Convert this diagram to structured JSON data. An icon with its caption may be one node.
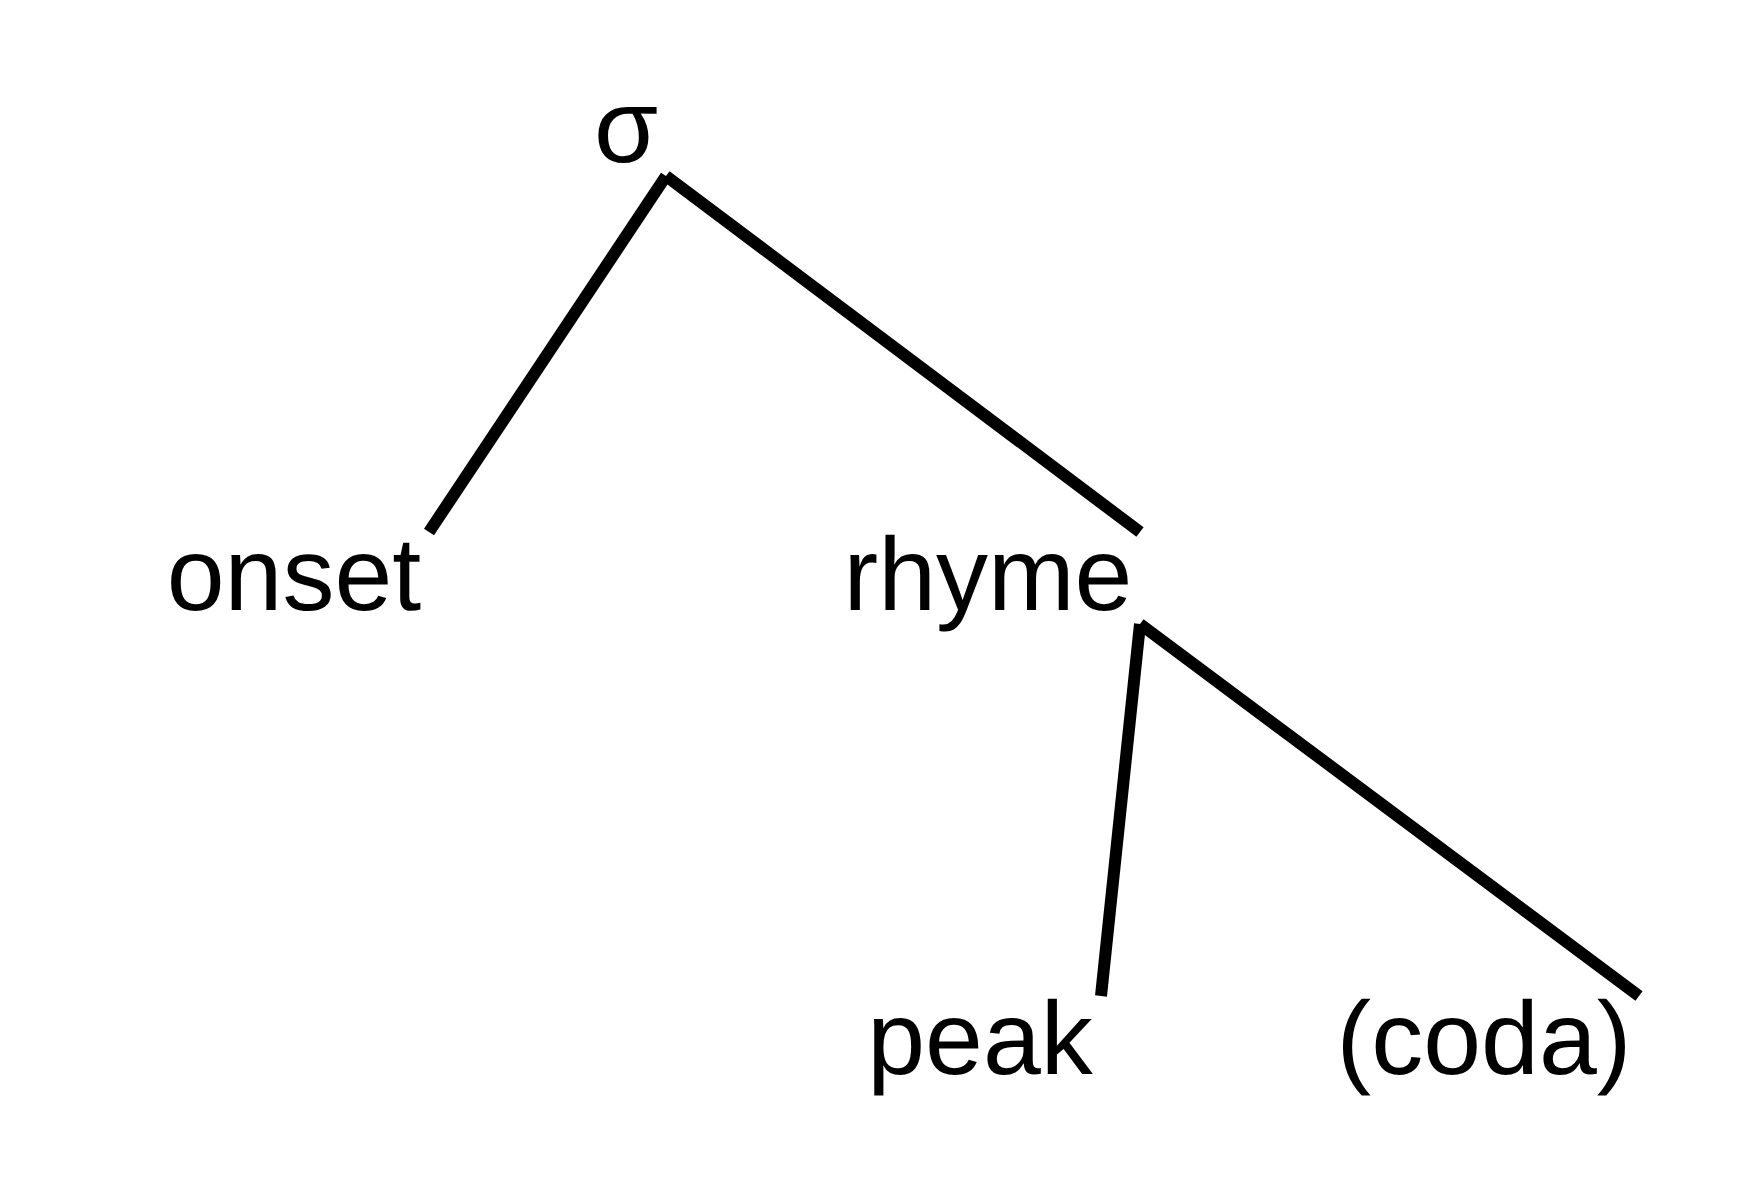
{
  "diagram": {
    "nodes": [
      {
        "text": [
          "σ"
        ]
      },
      {
        "text": [
          "onset"
        ]
      },
      {
        "text": [
          "rhyme"
        ]
      },
      {
        "text": [
          "peak"
        ]
      },
      {
        "text": [
          "(coda)"
        ]
      }
    ],
    "edges": [
      {
        "from": 0,
        "to": 1,
        "arrow": "none"
      },
      {
        "from": 0,
        "to": 2,
        "arrow": "none"
      },
      {
        "from": 2,
        "to": 3,
        "arrow": "none"
      },
      {
        "from": 2,
        "to": 4,
        "arrow": "none"
      }
    ]
  }
}
